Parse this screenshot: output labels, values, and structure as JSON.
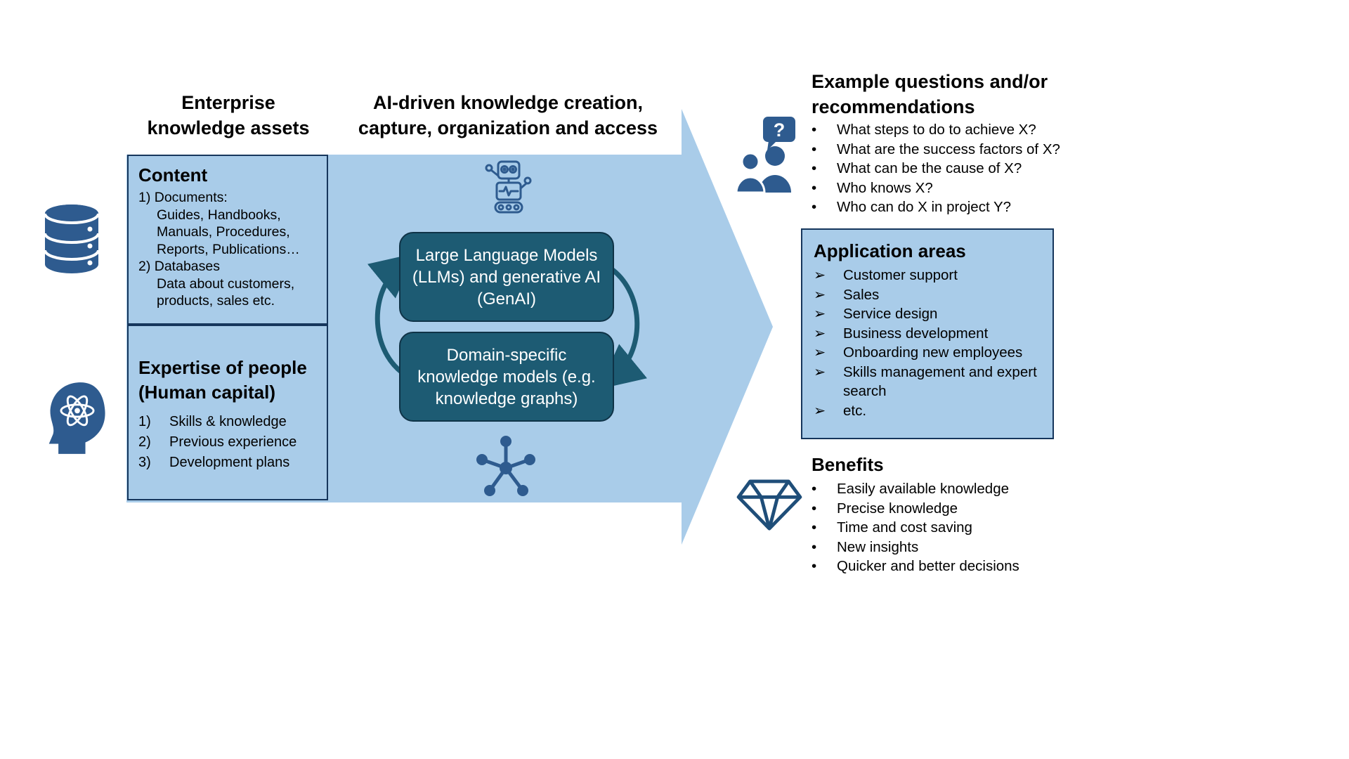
{
  "colors": {
    "light_blue": "#A9CCE9",
    "box_border": "#16365C",
    "teal_box": "#1D5B73",
    "icon_blue": "#2E5B8F",
    "diamond_blue": "#1F4E79",
    "text": "#000000",
    "box_text": "#FFFFFF"
  },
  "headers": {
    "left_lines": [
      "Enterprise",
      "knowledge assets"
    ],
    "center_lines": [
      "AI-driven knowledge creation,",
      "capture, organization and access"
    ]
  },
  "content_box": {
    "title": "Content",
    "lines": [
      "1) Documents:",
      "Guides, Handbooks,",
      "Manuals, Procedures,",
      "Reports, Publications…",
      "2) Databases",
      "Data about customers,",
      "products, sales etc."
    ]
  },
  "expertise_box": {
    "title_lines": [
      "Expertise of people",
      "(Human capital)"
    ],
    "items": [
      {
        "num": "1)",
        "text": "Skills & knowledge"
      },
      {
        "num": "2)",
        "text": "Previous experience"
      },
      {
        "num": "3)",
        "text": "Development plans"
      }
    ]
  },
  "ai_boxes": {
    "llm": "Large Language Models (LLMs) and generative AI (GenAI)",
    "domain": "Domain-specific knowledge models (e.g. knowledge graphs)"
  },
  "example_questions": {
    "title_lines": [
      "Example questions and/or",
      "recommendations"
    ],
    "bullet": "•",
    "items": [
      "What steps to do to achieve X?",
      "What are the success factors of X?",
      "What can be the cause of X?",
      "Who knows X?",
      "Who can do X in project Y?"
    ]
  },
  "application_areas": {
    "title": "Application areas",
    "bullet": "➢",
    "items": [
      "Customer support",
      "Sales",
      "Service design",
      "Business development",
      "Onboarding new employees",
      "Skills management and expert search",
      "etc."
    ]
  },
  "benefits": {
    "title": "Benefits",
    "bullet": "•",
    "items": [
      "Easily available knowledge",
      "Precise knowledge",
      "Time and cost saving",
      "New insights",
      "Quicker and better decisions"
    ]
  },
  "icons": {
    "database-icon": "stacked database cylinder",
    "human-capital-icon": "head profile with atom",
    "robot-icon": "outline robot",
    "cycle-arrows-icon": "two curved loop arrows",
    "knowledge-graph-icon": "network hub with nodes",
    "question-people-icon": "two people with question speech bubble",
    "diamond-icon": "outlined gem"
  }
}
